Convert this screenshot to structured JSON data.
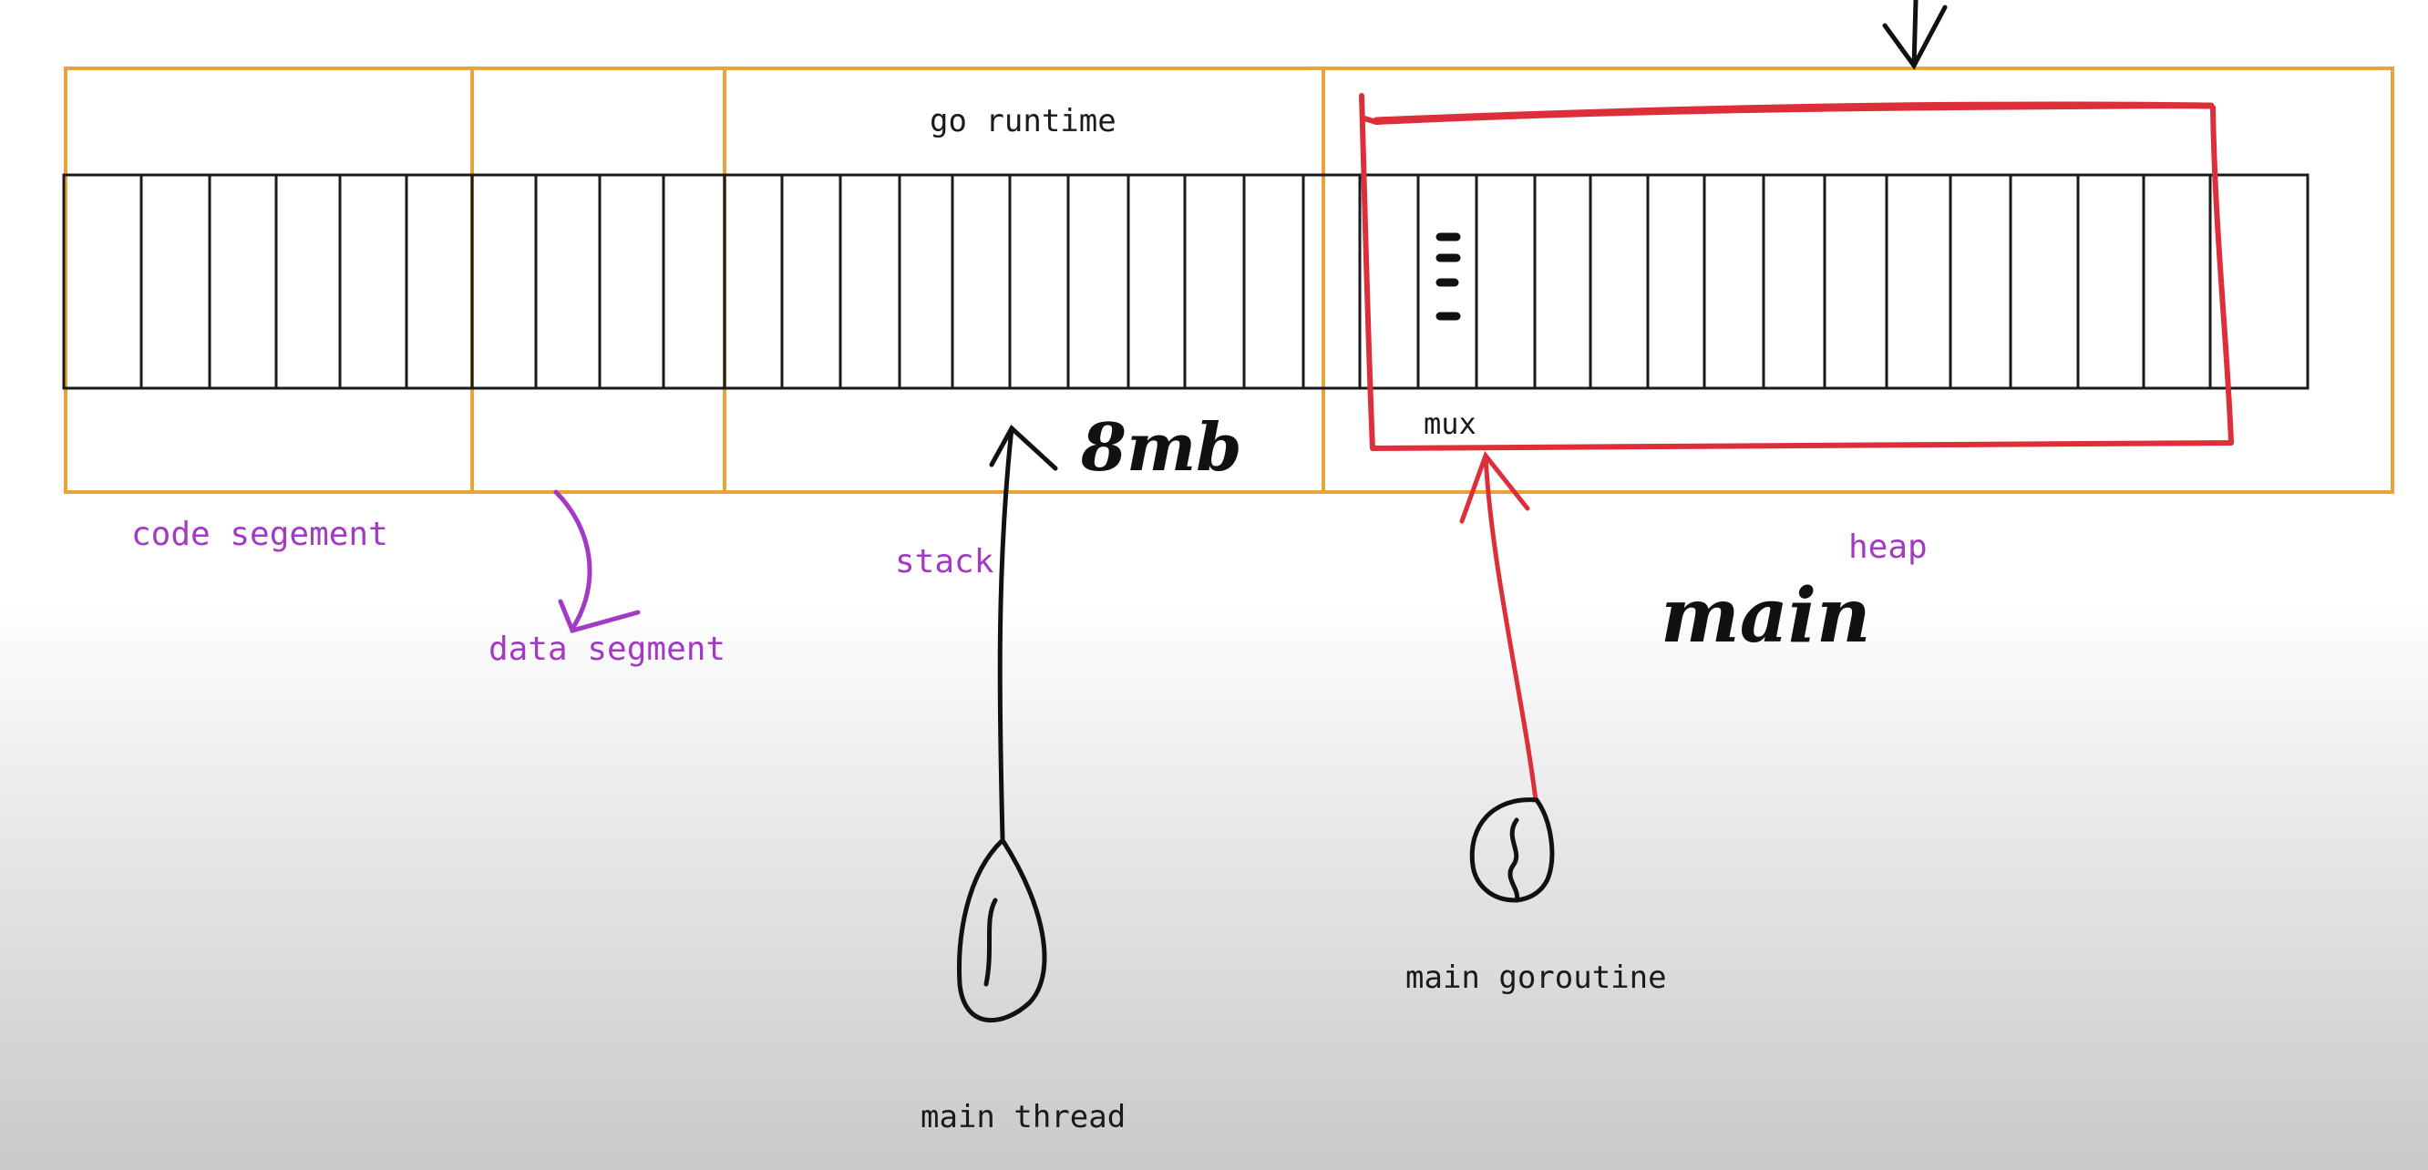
{
  "diagram": {
    "segments": {
      "code_label": "code segement",
      "data_label": "data segment",
      "runtime_label": "go runtime",
      "stack_label": "stack",
      "heap_label": "heap"
    },
    "annotations": {
      "mux_label": "mux",
      "stack_size_scrawl": "8mb",
      "main_scrawl": "main"
    },
    "actors": {
      "main_thread_label": "main thread",
      "main_goroutine_label": "main goroutine"
    },
    "colors": {
      "segment_box": "#e8a33a",
      "memory_grid": "#1a1a1a",
      "highlight": "#dc2f3a",
      "label_purple": "#a23ac4",
      "ink": "#111111"
    }
  }
}
